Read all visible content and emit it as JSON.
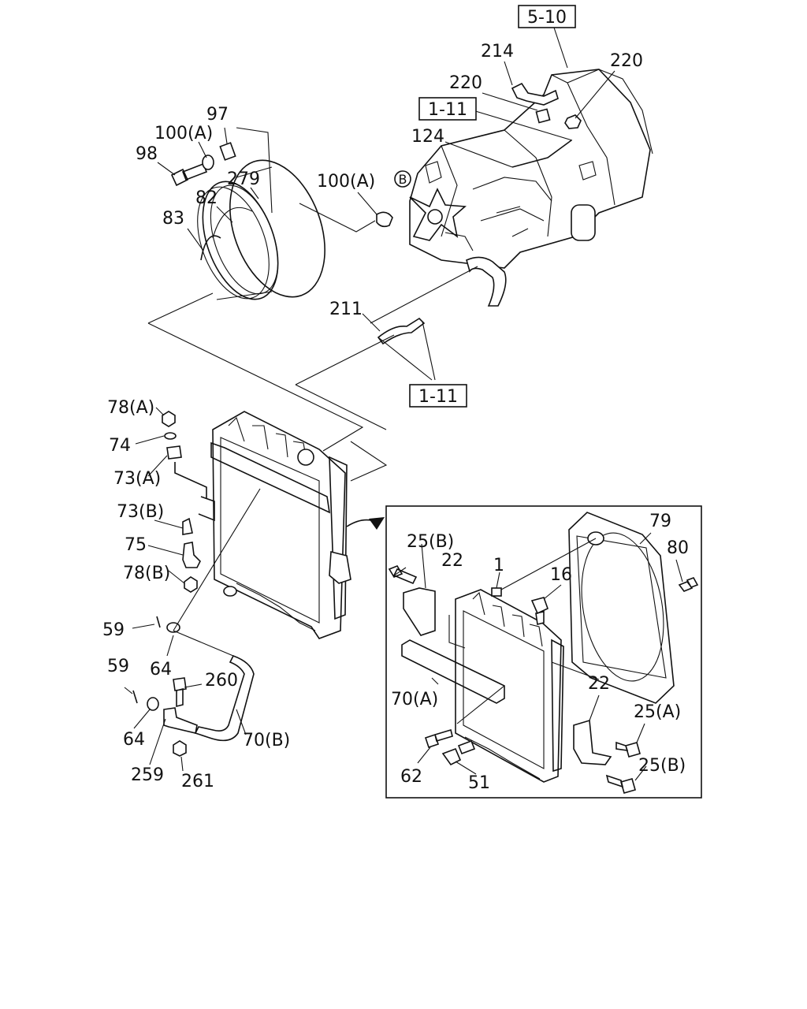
{
  "refs": {
    "r5_10": "5-10",
    "r1_11_top": "1-11",
    "r1_11_mid": "1-11",
    "circle_b": "B"
  },
  "labels": {
    "l214": "214",
    "l220a": "220",
    "l220b": "220",
    "l124": "124",
    "l97": "97",
    "l100a1": "100(A)",
    "l98": "98",
    "l279": "279",
    "l82": "82",
    "l83": "83",
    "l100a2": "100(A)",
    "l211": "211",
    "l78a": "78(A)",
    "l74": "74",
    "l73a": "73(A)",
    "l73b": "73(B)",
    "l75": "75",
    "l78b": "78(B)",
    "l59a": "59",
    "l64a": "64",
    "l59b": "59",
    "l260": "260",
    "l64b": "64",
    "l70b": "70(B)",
    "l259": "259",
    "l261": "261",
    "l25b1": "25(B)",
    "l22a": "22",
    "l1": "1",
    "l16": "16",
    "l79": "79",
    "l80": "80",
    "l70a": "70(A)",
    "l22b": "22",
    "l25a": "25(A)",
    "l25b2": "25(B)",
    "l62": "62",
    "l51": "51"
  }
}
